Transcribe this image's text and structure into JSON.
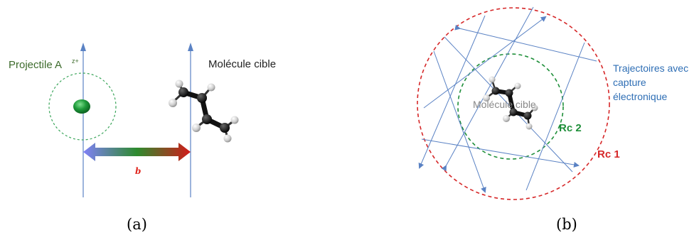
{
  "panel_a": {
    "projectile_label": "Projectile A",
    "projectile_charge": "z+",
    "target_label": "Molécule cible",
    "impact_parameter_label": "b",
    "caption": "(a)"
  },
  "panel_b": {
    "target_label": "Molécule cible",
    "trajectories_label_line1": "Trajectoires avec",
    "trajectories_label_line2": "capture",
    "trajectories_label_line3": "électronique",
    "rc2_label": "Rc 2",
    "rc1_label": "Rc 1",
    "caption": "(b)"
  },
  "colors": {
    "projectile_text": "#3d6b2c",
    "trajectory_blue": "#5a82c4",
    "trajectory_text": "#2e6eb5",
    "rc1_red": "#d62728",
    "rc2_green": "#1f8f3a",
    "arrow_start": "#7f7ff5",
    "arrow_mid": "#2f8f2f",
    "arrow_end": "#d21a1a",
    "b_label": "#e0261e"
  },
  "icons": [
    "green-ball-projectile-icon",
    "butadiene-molecule-icon"
  ]
}
